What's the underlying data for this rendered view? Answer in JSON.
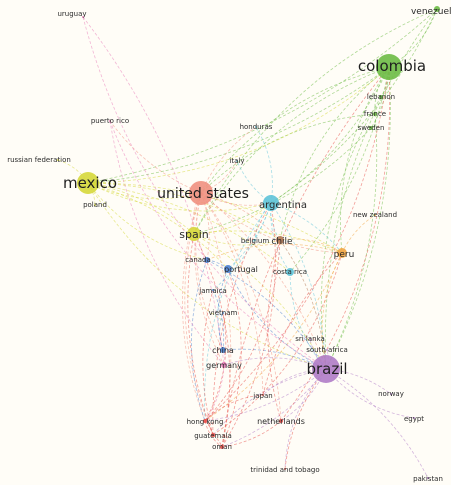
{
  "network": {
    "colors": {
      "background": "#fffdf7",
      "green": "#6dbb45",
      "yellow": "#d6d83a",
      "salmon": "#f0907f",
      "cyan": "#5ec3d8",
      "blue": "#4a7fd0",
      "orange": "#f2a541",
      "purple": "#b07cc6",
      "red": "#e8504a",
      "pink": "#e77bb8",
      "brown": "#b57a55"
    },
    "nodes": [
      {
        "id": "venezuela",
        "label": "venezuela",
        "color": "#6dbb45",
        "size": 3,
        "font": 9
      },
      {
        "id": "uruguay",
        "label": "uruguay",
        "color": "#e77bb8",
        "size": 1,
        "font": 7
      },
      {
        "id": "colombia",
        "label": "colombia",
        "color": "#6dbb45",
        "size": 13,
        "font": 15
      },
      {
        "id": "lebanon",
        "label": "lebanon",
        "color": "#6dbb45",
        "size": 2,
        "font": 7
      },
      {
        "id": "france",
        "label": "france",
        "color": "#6dbb45",
        "size": 2,
        "font": 7
      },
      {
        "id": "sweden",
        "label": "sweden",
        "color": "#6dbb45",
        "size": 2,
        "font": 7
      },
      {
        "id": "puerto-rico",
        "label": "puerto rico",
        "color": "#e77bb8",
        "size": 1,
        "font": 7
      },
      {
        "id": "honduras",
        "label": "honduras",
        "color": "#5ec3d8",
        "size": 1,
        "font": 7
      },
      {
        "id": "italy",
        "label": "italy",
        "color": "#5ec3d8",
        "size": 1,
        "font": 7
      },
      {
        "id": "russian-federation",
        "label": "russian federation",
        "color": "#d6d83a",
        "size": 1,
        "font": 7
      },
      {
        "id": "mexico",
        "label": "mexico",
        "color": "#d6d83a",
        "size": 11,
        "font": 15
      },
      {
        "id": "poland",
        "label": "poland",
        "color": "#d6d83a",
        "size": 1,
        "font": 7
      },
      {
        "id": "united-states",
        "label": "united states",
        "color": "#f0907f",
        "size": 12,
        "font": 14
      },
      {
        "id": "argentina",
        "label": "argentina",
        "color": "#5ec3d8",
        "size": 8,
        "font": 10
      },
      {
        "id": "new-zealand",
        "label": "new zealand",
        "color": "#f2a541",
        "size": 1,
        "font": 7
      },
      {
        "id": "spain",
        "label": "spain",
        "color": "#d6d83a",
        "size": 7,
        "font": 11
      },
      {
        "id": "belgium",
        "label": "belgium",
        "color": "#5ec3d8",
        "size": 1,
        "font": 7
      },
      {
        "id": "chile",
        "label": "chile",
        "color": "#b57a55",
        "size": 4,
        "font": 9
      },
      {
        "id": "peru",
        "label": "peru",
        "color": "#f2a541",
        "size": 5,
        "font": 9
      },
      {
        "id": "canada",
        "label": "canada",
        "color": "#4a7fd0",
        "size": 3,
        "font": 7
      },
      {
        "id": "costa-rica",
        "label": "costa rica",
        "color": "#5ec3d8",
        "size": 4,
        "font": 7
      },
      {
        "id": "portugal",
        "label": "portugal",
        "color": "#4a7fd0",
        "size": 4,
        "font": 8
      },
      {
        "id": "jamaica",
        "label": "jamaica",
        "color": "#4a7fd0",
        "size": 1,
        "font": 7
      },
      {
        "id": "vietnam",
        "label": "vietnam",
        "color": "#4a7fd0",
        "size": 1,
        "font": 7
      },
      {
        "id": "sri-lanka",
        "label": "sri lanka",
        "color": "#b07cc6",
        "size": 1,
        "font": 7
      },
      {
        "id": "south-africa",
        "label": "south africa",
        "color": "#b07cc6",
        "size": 1,
        "font": 7
      },
      {
        "id": "china",
        "label": "china",
        "color": "#4a7fd0",
        "size": 3,
        "font": 8
      },
      {
        "id": "germany",
        "label": "germany",
        "color": "#e77bb8",
        "size": 3,
        "font": 8
      },
      {
        "id": "brazil",
        "label": "brazil",
        "color": "#b07cc6",
        "size": 14,
        "font": 15
      },
      {
        "id": "norway",
        "label": "norway",
        "color": "#b07cc6",
        "size": 1,
        "font": 7
      },
      {
        "id": "japan",
        "label": "japan",
        "color": "#e8504a",
        "size": 1,
        "font": 7
      },
      {
        "id": "hong-kong",
        "label": "hong kong",
        "color": "#e8504a",
        "size": 2,
        "font": 7
      },
      {
        "id": "netherlands",
        "label": "netherlands",
        "color": "#e8504a",
        "size": 2,
        "font": 8
      },
      {
        "id": "guatemala",
        "label": "guatemala",
        "color": "#e8504a",
        "size": 2,
        "font": 7
      },
      {
        "id": "oman",
        "label": "oman",
        "color": "#e8504a",
        "size": 2,
        "font": 7
      },
      {
        "id": "egypt",
        "label": "egypt",
        "color": "#b07cc6",
        "size": 1,
        "font": 7
      },
      {
        "id": "trinidad-and-tobago",
        "label": "trinidad and tobago",
        "color": "#e8504a",
        "size": 1,
        "font": 7
      },
      {
        "id": "pakistan",
        "label": "pakistan",
        "color": "#b07cc6",
        "size": 1,
        "font": 7
      }
    ],
    "edges": [
      [
        "colombia",
        "venezuela",
        "#6dbb45"
      ],
      [
        "colombia",
        "lebanon",
        "#6dbb45"
      ],
      [
        "colombia",
        "france",
        "#6dbb45"
      ],
      [
        "colombia",
        "sweden",
        "#6dbb45"
      ],
      [
        "colombia",
        "united-states",
        "#6dbb45"
      ],
      [
        "colombia",
        "mexico",
        "#6dbb45"
      ],
      [
        "colombia",
        "spain",
        "#6dbb45"
      ],
      [
        "colombia",
        "argentina",
        "#6dbb45"
      ],
      [
        "colombia",
        "chile",
        "#6dbb45"
      ],
      [
        "colombia",
        "brazil",
        "#6dbb45"
      ],
      [
        "colombia",
        "peru",
        "#6dbb45"
      ],
      [
        "colombia",
        "costa-rica",
        "#6dbb45"
      ],
      [
        "venezuela",
        "brazil",
        "#6dbb45"
      ],
      [
        "venezuela",
        "mexico",
        "#6dbb45"
      ],
      [
        "venezuela",
        "spain",
        "#6dbb45"
      ],
      [
        "venezuela",
        "argentina",
        "#6dbb45"
      ],
      [
        "france",
        "united-states",
        "#6dbb45"
      ],
      [
        "sweden",
        "spain",
        "#6dbb45"
      ],
      [
        "lebanon",
        "brazil",
        "#6dbb45"
      ],
      [
        "france",
        "brazil",
        "#6dbb45"
      ],
      [
        "mexico",
        "united-states",
        "#d6d83a"
      ],
      [
        "mexico",
        "spain",
        "#d6d83a"
      ],
      [
        "mexico",
        "argentina",
        "#d6d83a"
      ],
      [
        "mexico",
        "chile",
        "#d6d83a"
      ],
      [
        "mexico",
        "brazil",
        "#d6d83a"
      ],
      [
        "mexico",
        "peru",
        "#d6d83a"
      ],
      [
        "mexico",
        "russian-federation",
        "#d6d83a"
      ],
      [
        "mexico",
        "poland",
        "#d6d83a"
      ],
      [
        "mexico",
        "colombia",
        "#d6d83a"
      ],
      [
        "mexico",
        "costa-rica",
        "#d6d83a"
      ],
      [
        "mexico",
        "canada",
        "#d6d83a"
      ],
      [
        "mexico",
        "portugal",
        "#d6d83a"
      ],
      [
        "spain",
        "argentina",
        "#d6d83a"
      ],
      [
        "spain",
        "brazil",
        "#d6d83a"
      ],
      [
        "spain",
        "chile",
        "#d6d83a"
      ],
      [
        "spain",
        "peru",
        "#d6d83a"
      ],
      [
        "united-states",
        "argentina",
        "#f0907f"
      ],
      [
        "united-states",
        "chile",
        "#f0907f"
      ],
      [
        "united-states",
        "peru",
        "#f0907f"
      ],
      [
        "united-states",
        "brazil",
        "#f0907f"
      ],
      [
        "united-states",
        "spain",
        "#f0907f"
      ],
      [
        "united-states",
        "canada",
        "#f0907f"
      ],
      [
        "united-states",
        "china",
        "#f0907f"
      ],
      [
        "united-states",
        "japan",
        "#f0907f"
      ],
      [
        "united-states",
        "hong-kong",
        "#f0907f"
      ],
      [
        "united-states",
        "netherlands",
        "#f0907f"
      ],
      [
        "united-states",
        "guatemala",
        "#f0907f"
      ],
      [
        "united-states",
        "puerto-rico",
        "#f0907f"
      ],
      [
        "united-states",
        "germany",
        "#f0907f"
      ],
      [
        "united-states",
        "honduras",
        "#f0907f"
      ],
      [
        "united-states",
        "italy",
        "#f0907f"
      ],
      [
        "united-states",
        "oman",
        "#f0907f"
      ],
      [
        "argentina",
        "chile",
        "#5ec3d8"
      ],
      [
        "argentina",
        "brazil",
        "#5ec3d8"
      ],
      [
        "argentina",
        "costa-rica",
        "#5ec3d8"
      ],
      [
        "argentina",
        "peru",
        "#5ec3d8"
      ],
      [
        "argentina",
        "honduras",
        "#5ec3d8"
      ],
      [
        "argentina",
        "italy",
        "#5ec3d8"
      ],
      [
        "argentina",
        "belgium",
        "#5ec3d8"
      ],
      [
        "argentina",
        "portugal",
        "#5ec3d8"
      ],
      [
        "argentina",
        "hong-kong",
        "#5ec3d8"
      ],
      [
        "argentina",
        "jamaica",
        "#5ec3d8"
      ],
      [
        "costa-rica",
        "brazil",
        "#5ec3d8"
      ],
      [
        "chile",
        "brazil",
        "#b57a55"
      ],
      [
        "peru",
        "brazil",
        "#f2a541"
      ],
      [
        "peru",
        "new-zealand",
        "#f2a541"
      ],
      [
        "peru",
        "chile",
        "#f2a541"
      ],
      [
        "peru",
        "hong-kong",
        "#f2a541"
      ],
      [
        "peru",
        "canada",
        "#f2a541"
      ],
      [
        "canada",
        "brazil",
        "#4a7fd0"
      ],
      [
        "portugal",
        "brazil",
        "#4a7fd0"
      ],
      [
        "canada",
        "portugal",
        "#4a7fd0"
      ],
      [
        "portugal",
        "china",
        "#4a7fd0"
      ],
      [
        "jamaica",
        "china",
        "#4a7fd0"
      ],
      [
        "vietnam",
        "china",
        "#4a7fd0"
      ],
      [
        "china",
        "brazil",
        "#4a7fd0"
      ],
      [
        "canada",
        "hong-kong",
        "#4a7fd0"
      ],
      [
        "brazil",
        "norway",
        "#b07cc6"
      ],
      [
        "brazil",
        "egypt",
        "#b07cc6"
      ],
      [
        "brazil",
        "pakistan",
        "#b07cc6"
      ],
      [
        "brazil",
        "south-africa",
        "#b07cc6"
      ],
      [
        "brazil",
        "sri-lanka",
        "#b07cc6"
      ],
      [
        "brazil",
        "japan",
        "#b07cc6"
      ],
      [
        "brazil",
        "netherlands",
        "#b07cc6"
      ],
      [
        "brazil",
        "germany",
        "#b07cc6"
      ],
      [
        "brazil",
        "hong-kong",
        "#b07cc6"
      ],
      [
        "brazil",
        "guatemala",
        "#b07cc6"
      ],
      [
        "brazil",
        "oman",
        "#b07cc6"
      ],
      [
        "brazil",
        "trinidad-and-tobago",
        "#b07cc6"
      ],
      [
        "germany",
        "hong-kong",
        "#e77bb8"
      ],
      [
        "germany",
        "china",
        "#e77bb8"
      ],
      [
        "germany",
        "puerto-rico",
        "#e77bb8"
      ],
      [
        "uruguay",
        "brazil",
        "#e77bb8"
      ],
      [
        "uruguay",
        "germany",
        "#e77bb8"
      ],
      [
        "puerto-rico",
        "brazil",
        "#e77bb8"
      ],
      [
        "hong-kong",
        "guatemala",
        "#e8504a"
      ],
      [
        "hong-kong",
        "oman",
        "#e8504a"
      ],
      [
        "netherlands",
        "oman",
        "#e8504a"
      ],
      [
        "japan",
        "hong-kong",
        "#e8504a"
      ],
      [
        "guatemala",
        "oman",
        "#e8504a"
      ],
      [
        "hong-kong",
        "chile",
        "#e8504a"
      ],
      [
        "guatemala",
        "argentina",
        "#e8504a"
      ],
      [
        "oman",
        "argentina",
        "#e8504a"
      ],
      [
        "netherlands",
        "chile",
        "#e8504a"
      ],
      [
        "oman",
        "spain",
        "#e8504a"
      ],
      [
        "guatemala",
        "spain",
        "#e8504a"
      ],
      [
        "hong-kong",
        "colombia",
        "#e8504a"
      ],
      [
        "oman",
        "colombia",
        "#e8504a"
      ],
      [
        "netherlands",
        "colombia",
        "#e8504a"
      ],
      [
        "japan",
        "peru",
        "#e8504a"
      ],
      [
        "guatemala",
        "peru",
        "#e8504a"
      ],
      [
        "trinidad-and-tobago",
        "brazil",
        "#e8504a"
      ],
      [
        "hong-kong",
        "vietnam",
        "#e8504a"
      ],
      [
        "guatemala",
        "jamaica",
        "#e8504a"
      ],
      [
        "oman",
        "portugal",
        "#e8504a"
      ]
    ]
  }
}
